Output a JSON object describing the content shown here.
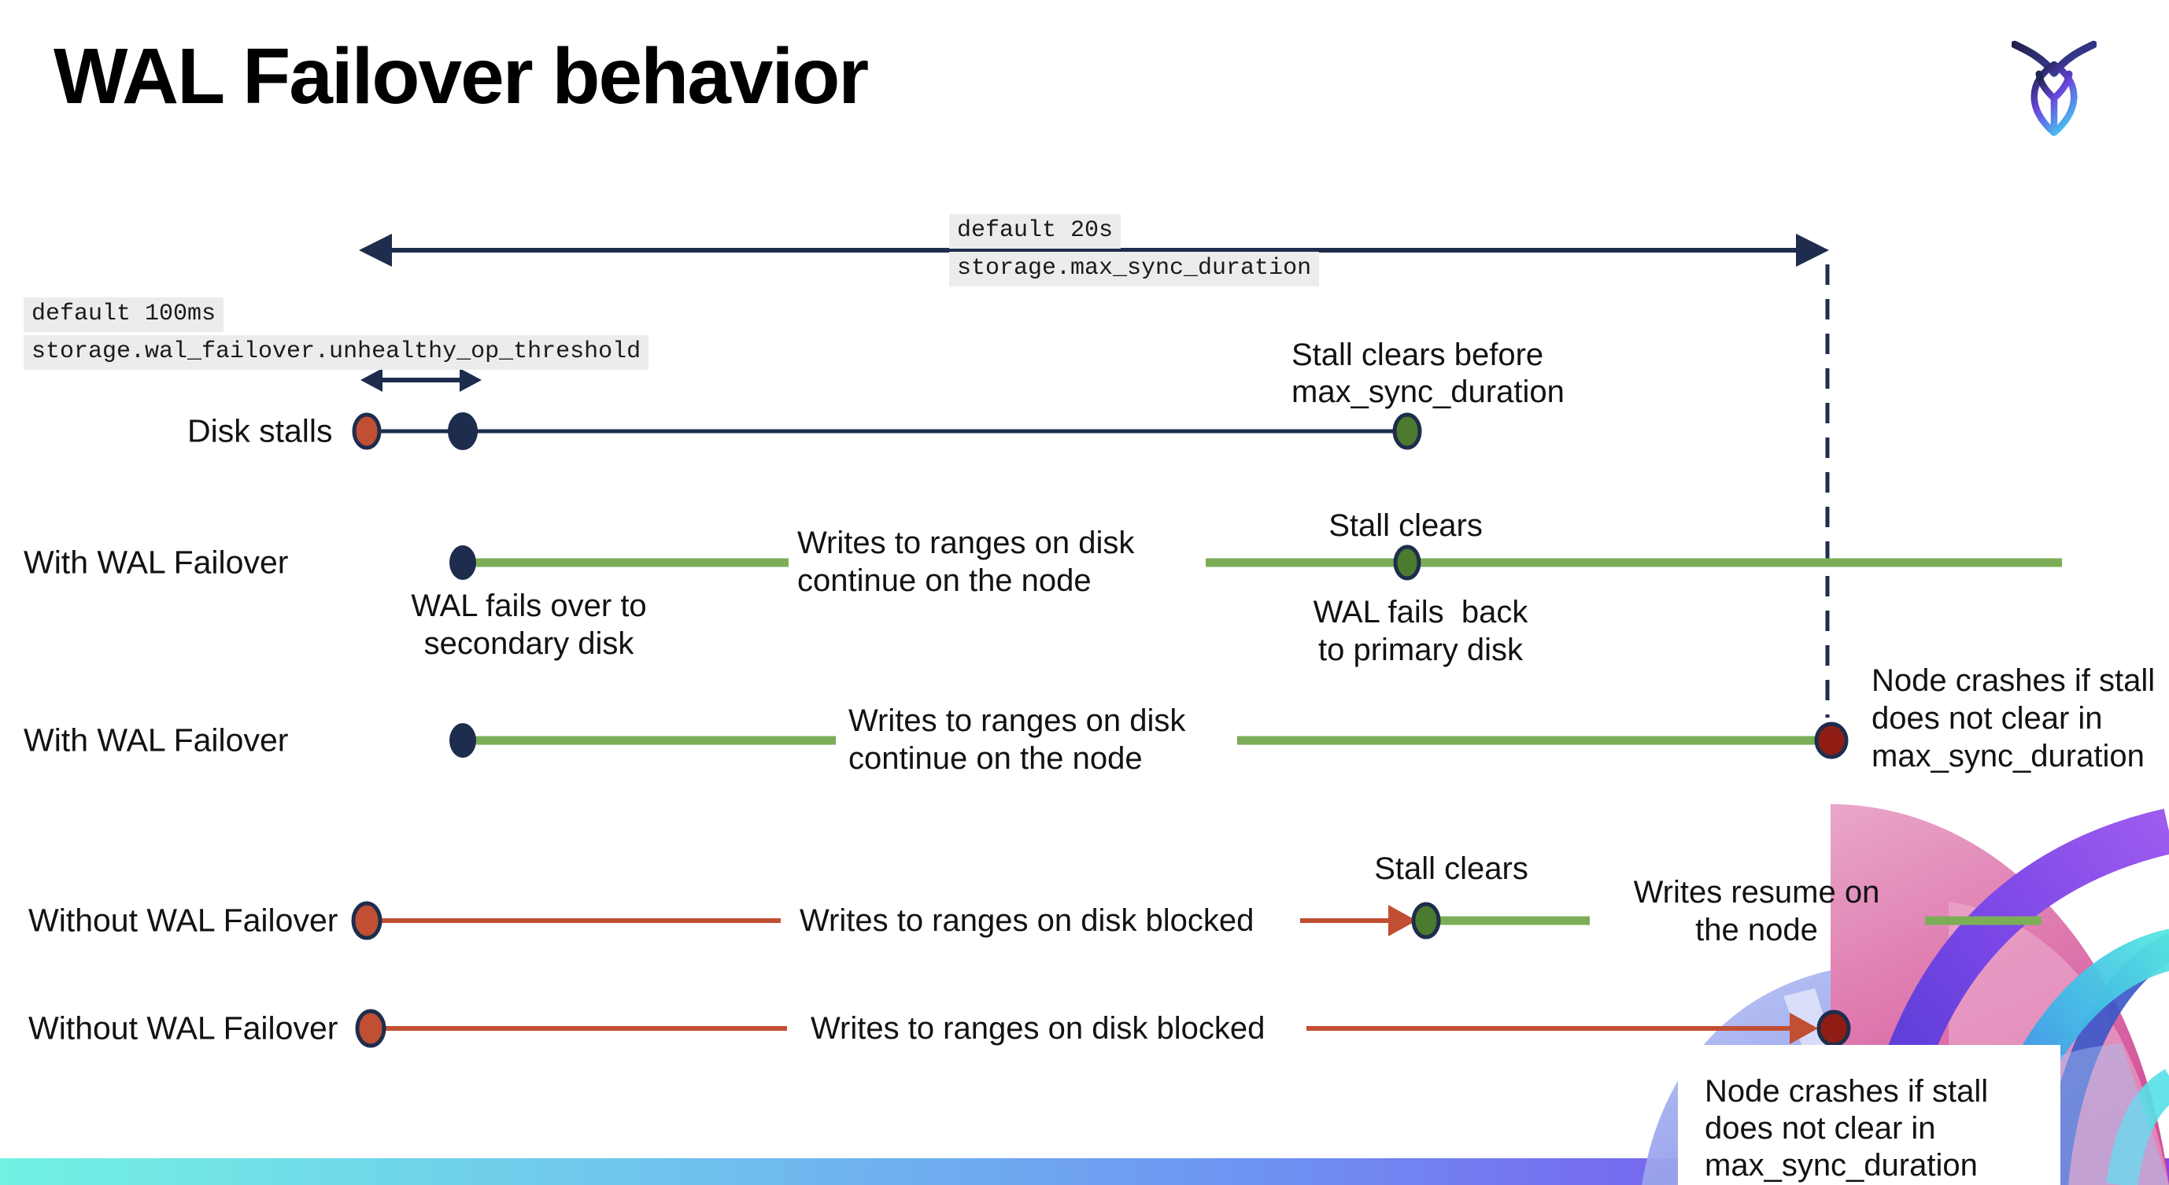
{
  "title": "WAL Failover behavior",
  "logo": {
    "name": "cockroachdb-logo"
  },
  "callouts": {
    "max_sync_default": "default 20s",
    "max_sync_setting": "storage.max_sync_duration",
    "threshold_default": "default 100ms",
    "threshold_setting": "storage.wal_failover.unhealthy_op_threshold"
  },
  "rows": {
    "disk_stalls": "Disk stalls",
    "with_failover_1": "With WAL Failover",
    "with_failover_2": "With WAL Failover",
    "without_failover_1": "Without WAL Failover",
    "without_failover_2": "Without WAL Failover"
  },
  "labels": {
    "stall_clears_before": "Stall clears before\nmax_sync_duration",
    "wal_fails_over": "WAL fails over to\nsecondary disk",
    "writes_continue_1": "Writes to ranges on disk\ncontinue on the node",
    "stall_clears_1": "Stall clears",
    "wal_fails_back": "WAL fails  back\nto primary disk",
    "writes_continue_2": "Writes to ranges on disk\ncontinue on the node",
    "node_crashes_1": "Node crashes if stall\ndoes not clear in\nmax_sync_duration",
    "writes_blocked_1": "Writes to ranges on disk  blocked",
    "stall_clears_2": "Stall clears",
    "writes_resume": "Writes resume on\nthe node",
    "writes_blocked_2": "Writes to ranges on disk  blocked",
    "node_crashes_2": "Node crashes if stall\ndoes not clear in\nmax_sync_duration"
  },
  "colors": {
    "navy": "#1E2D4D",
    "timeline_green": "#7CAE58",
    "green_dot": "#4C7A2E",
    "stall_red": "#C14F33",
    "crash_dark_red": "#8F1D13",
    "code_highlight_bg": "#ECECEC",
    "footer_gradient_left": "#72F2E3",
    "footer_gradient_mid": "#6E93F2",
    "footer_gradient_right": "#8A46E2"
  }
}
